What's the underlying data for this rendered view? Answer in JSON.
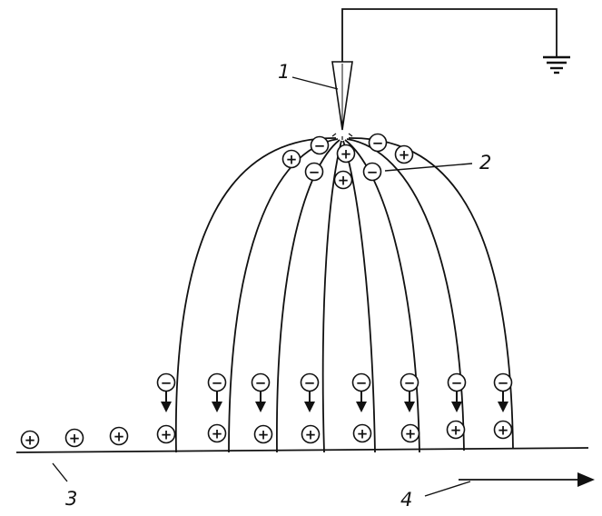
{
  "labels": {
    "needle": "1",
    "ions": "2",
    "surface": "3",
    "motion": "4"
  },
  "symbols": {
    "positive": "+",
    "negative": "−"
  },
  "icons": {
    "ground": "ground-symbol-icon",
    "needle": "needle-electrode-icon",
    "arrow": "arrow-down-icon"
  },
  "colors": {
    "ink": "#111111",
    "paper": "#ffffff"
  }
}
